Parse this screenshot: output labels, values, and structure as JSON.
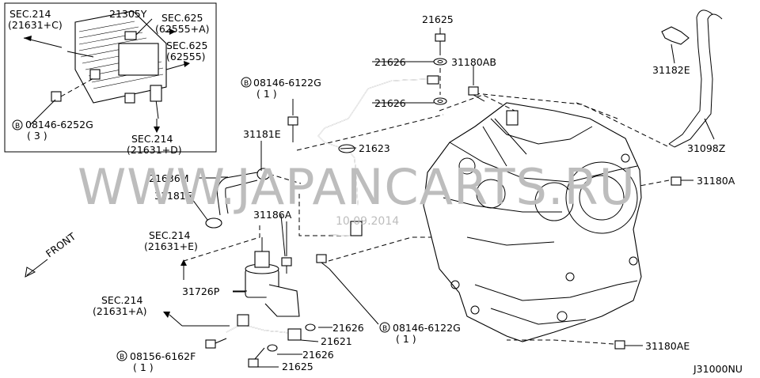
{
  "watermark": {
    "text": "WWW.JAPANCARTS.RU",
    "date": "10.09.2014"
  },
  "diagram_code": "J31000NU",
  "front_label": "FRONT",
  "inset": {
    "sec214_c": [
      "SEC.214",
      "(21631+C)"
    ],
    "part_21305y": "21305Y",
    "sec625_a": [
      "SEC.625",
      "(62555+A)"
    ],
    "sec625": [
      "SEC.625",
      "(62555)"
    ],
    "bolt_08146_6252g": [
      "08146-6252G",
      "( 3 )"
    ],
    "sec214_d": [
      "SEC.214",
      "(21631+D)"
    ]
  },
  "labels": {
    "bolt_08146_6122g_top": [
      "08146-6122G",
      "( 1 )"
    ],
    "p21625_top": "21625",
    "p21626_top": "21626",
    "p31180ab": "31180AB",
    "p21626_mid": "21626",
    "p21623": "21623",
    "p31181e_top": "31181E",
    "p21636m": "21636M",
    "p31181e_mid": "31181E",
    "p31186a": "31186A",
    "sec214_e": [
      "SEC.214",
      "(21631+E)"
    ],
    "p31726p": "31726P",
    "sec214_a": [
      "SEC.214",
      "(21631+A)"
    ],
    "bolt_08156_6162f": [
      "08156-6162F",
      "( 1 )"
    ],
    "p21626_low": "21626",
    "p21621": "21621",
    "p21626_bottom": "21626",
    "p21625_bottom": "21625",
    "bolt_08146_6122g_bottom": [
      "08146-6122G",
      "( 1 )"
    ],
    "p31182e": "31182E",
    "p31098z": "31098Z",
    "p31180a": "31180A",
    "p31180ae": "31180AE"
  }
}
